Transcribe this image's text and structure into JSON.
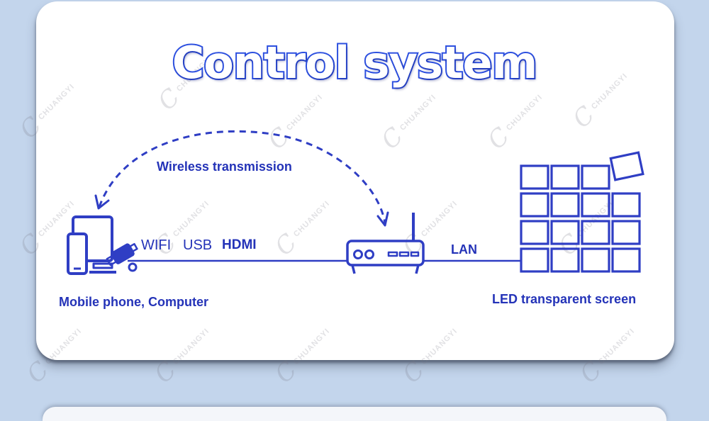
{
  "title": "Control system",
  "labels": {
    "wireless": "Wireless transmission",
    "wifi": "WIFI",
    "usb": "USB",
    "hdmi": "HDMI",
    "lan": "LAN",
    "source": "Mobile phone, Computer",
    "screen": "LED transparent screen"
  },
  "watermark": "CHUANGYI",
  "colors": {
    "accent": "#2433b8",
    "line": "#2f3ec4",
    "title_outline": "#2d50e0",
    "background": "#c3d5ec"
  },
  "icons": {
    "source": "phone-computer-usb-icon",
    "controller": "controller-box-icon",
    "screen": "led-panel-grid-icon"
  }
}
